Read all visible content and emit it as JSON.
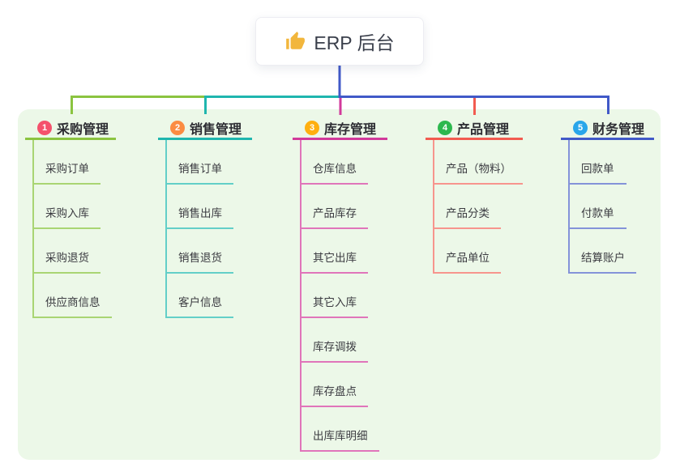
{
  "root": {
    "label": "ERP 后台",
    "icon": "thumbs-up-icon",
    "icon_color": "#f2b63c",
    "connector_color": "#4159c8"
  },
  "panel": {
    "background": "#ecf8e8"
  },
  "branches": [
    {
      "index": "1",
      "title": "采购管理",
      "badge_color": "#f4516c",
      "line_color": "#8bc440",
      "items": [
        "采购订单",
        "采购入库",
        "采购退货",
        "供应商信息"
      ]
    },
    {
      "index": "2",
      "title": "销售管理",
      "badge_color": "#fb8c42",
      "line_color": "#1fb6ae",
      "items": [
        "销售订单",
        "销售出库",
        "销售退货",
        "客户信息"
      ]
    },
    {
      "index": "3",
      "title": "库存管理",
      "badge_color": "#ffaf0f",
      "line_color": "#d23a9b",
      "items": [
        "仓库信息",
        "产品库存",
        "其它出库",
        "其它入库",
        "库存调拨",
        "库存盘点",
        "出库库明细"
      ]
    },
    {
      "index": "4",
      "title": "产品管理",
      "badge_color": "#2db84e",
      "line_color": "#f25b50",
      "items": [
        "产品（物料）",
        "产品分类",
        "产品单位"
      ]
    },
    {
      "index": "5",
      "title": "财务管理",
      "badge_color": "#29a6ea",
      "line_color": "#4159c8",
      "items": [
        "回款单",
        "付款单",
        "结算账户"
      ]
    }
  ]
}
